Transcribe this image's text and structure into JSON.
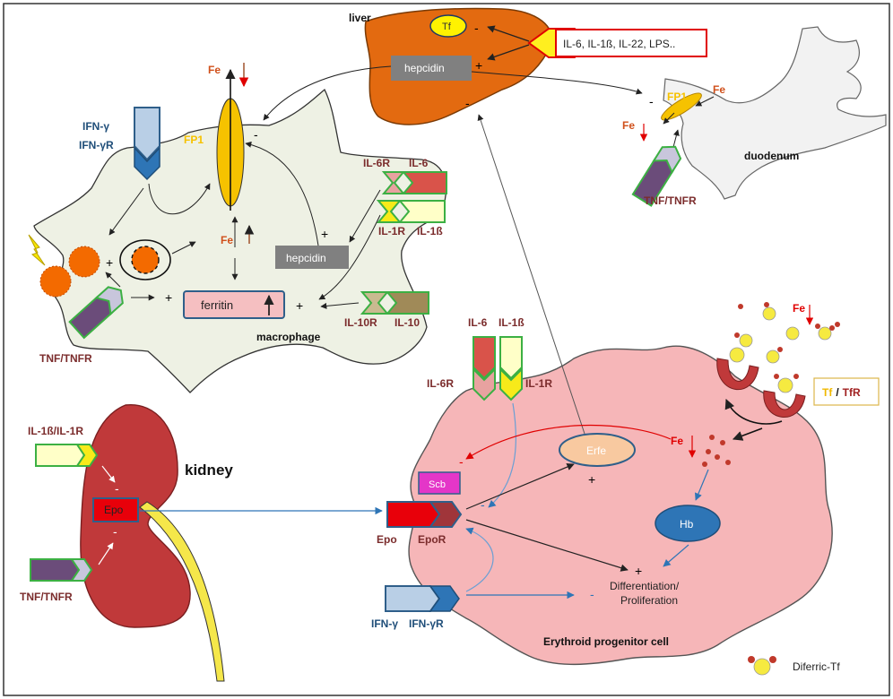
{
  "colors": {
    "liver": "#E36A10",
    "macrophage_cytoplasm": "#EEF1E4",
    "kidney": "#C0393A",
    "erythroid": "#F6B6B8",
    "duodenum": "#F2F2F2",
    "fp1": "#F6C200",
    "hepcidin_box": "#808080",
    "il6": "#D9534A",
    "il1b": "#FFFFC8",
    "tnf": "#6B4C7A",
    "ifn": "#9DBFE0",
    "il10": "#A08A58",
    "epo": "#E8000A",
    "hb": "#2E75B6",
    "erfe": "#F8C9A0",
    "scb": "#E436C8",
    "iron": "#C0504D",
    "fe_text": "#D0501B"
  },
  "liver": {
    "label": "liver",
    "tf": "Tf",
    "hepcidin": "hepcidin",
    "cytokines": "IL-6, IL-1ß, IL-22, LPS.."
  },
  "duodenum": {
    "label": "duodenum",
    "fp1": "FP1",
    "fe_top": "Fe",
    "fe_down": "Fe",
    "tnf": "TNF/TNFR"
  },
  "macrophage": {
    "label": "macrophage",
    "fe_top": "Fe",
    "fp1": "FP1",
    "ifn_g": "IFN-γ",
    "ifn_gr": "IFN-γR",
    "fe_mid": "Fe",
    "hepcidin": "hepcidin",
    "ferritin": "ferritin",
    "il6r": "IL-6R",
    "il6": "IL-6",
    "il1r": "IL-1R",
    "il1b": "IL-1ß",
    "il10r": "IL-10R",
    "il10": "IL-10",
    "tnf": "TNF/TNFR"
  },
  "kidney": {
    "label": "kidney",
    "il1": "IL-1ß/IL-1R",
    "epo": "Epo",
    "tnf": "TNF/TNFR"
  },
  "erythroid": {
    "label": "Erythroid progenitor cell",
    "il6": "IL-6",
    "il1b": "IL-1ß",
    "il6r": "IL-6R",
    "il1r": "IL-1R",
    "erfe": "Erfe",
    "fe": "Fe",
    "scb": "Scb",
    "epo": "Epo",
    "epor": "EpoR",
    "hb": "Hb",
    "diff_line1": "Differentiation/",
    "diff_line2": "Proliferation",
    "ifn_g": "IFN-γ",
    "ifn_gr": "IFN-γR",
    "fe_ext": "Fe",
    "tf": "Tf",
    "slash": "/",
    "tfr": "TfR"
  },
  "legend": {
    "diferric": "Diferric-Tf"
  },
  "signs": {
    "plus": "+",
    "minus": "-"
  }
}
